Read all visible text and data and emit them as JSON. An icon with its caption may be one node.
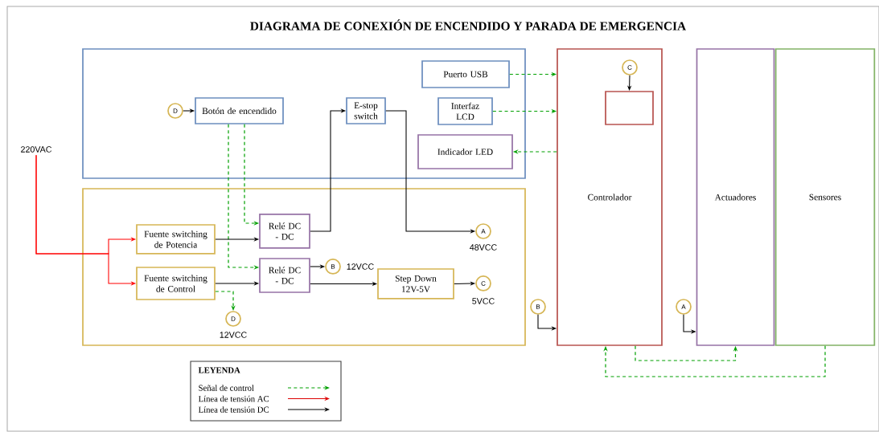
{
  "diagram": {
    "title": "DIAGRAMA DE CONEXIÓN DE ENCENDIDO Y PARADA DE EMERGENCIA",
    "nodes": [
      {
        "text": [],
        "shape": "box"
      },
      {
        "text": [],
        "shape": "box"
      },
      {
        "text": [
          "Puerto USB"
        ],
        "in": 0
      },
      {
        "text": [
          "D"
        ],
        "in": 0
      },
      {
        "text": [
          "Botón de encendido"
        ],
        "in": 0
      },
      {
        "text": [
          "E-stop switch"
        ],
        "in": 0
      },
      {
        "text": [
          "Interfaz LCD"
        ],
        "in": 0
      },
      {
        "text": [
          "Indicador LED"
        ],
        "in": 0
      },
      {
        "text": [
          "220VAC"
        ]
      },
      {
        "text": [
          "Fuente switching de Potencia"
        ],
        "in": 1
      },
      {
        "text": [
          "Relé DC - DC"
        ],
        "in": 1
      },
      {
        "text": [
          "A"
        ],
        "in": 1,
        "beside": [
          "48VCC"
        ]
      },
      {
        "text": [
          "Fuente switching de Control"
        ],
        "in": 1
      },
      {
        "text": [
          "Relé DC - DC"
        ],
        "in": 1
      },
      {
        "text": [
          "B"
        ],
        "in": 1,
        "beside": [
          "12VCC"
        ]
      },
      {
        "text": [
          "Step Down 12V-5V"
        ],
        "in": 1
      },
      {
        "text": [
          "C"
        ],
        "in": 1,
        "beside": [
          "5VCC"
        ]
      },
      {
        "text": [
          "D"
        ],
        "in": 1,
        "beside": [
          "12VCC"
        ]
      },
      {
        "text": [
          "Controlador"
        ]
      },
      {
        "text": [
          "C"
        ],
        "in": 18
      },
      {
        "text": [],
        "shape": "box",
        "in": 18
      },
      {
        "text": [
          "B"
        ]
      },
      {
        "text": [
          "Actuadores"
        ]
      },
      {
        "text": [
          "A"
        ]
      },
      {
        "text": [
          "Sensores"
        ]
      }
    ],
    "edges": [
      {
        "from": 3,
        "to": 4,
        "arrow": "to"
      },
      {
        "from": 4,
        "to": 10,
        "arrow": "to",
        "style": "dashed",
        "color": "#00a000"
      },
      {
        "from": 4,
        "to": 13,
        "arrow": "to",
        "style": "dashed",
        "color": "#00a000"
      },
      {
        "from": 8,
        "to": 9,
        "arrow": "to",
        "color": "#ff0000"
      },
      {
        "from": 8,
        "to": 12,
        "arrow": "to",
        "color": "#ff0000"
      },
      {
        "from": 9,
        "to": 10,
        "arrow": "to"
      },
      {
        "from": 12,
        "to": 13,
        "arrow": "to"
      },
      {
        "from": 12,
        "to": 17,
        "arrow": "to",
        "style": "dashed",
        "color": "#00a000"
      },
      {
        "from": 10,
        "to": 5,
        "arrow": "to"
      },
      {
        "from": 5,
        "to": 11,
        "arrow": "to"
      },
      {
        "from": 13,
        "to": 14,
        "arrow": "to"
      },
      {
        "from": 13,
        "to": 15,
        "arrow": "to"
      },
      {
        "from": 15,
        "to": 16,
        "arrow": "to"
      },
      {
        "from": 2,
        "to": 18,
        "arrow": "to",
        "style": "dashed",
        "color": "#00a000"
      },
      {
        "from": 6,
        "to": 18,
        "arrow": "to",
        "style": "dashed",
        "color": "#00a000"
      },
      {
        "from": 18,
        "to": 7,
        "arrow": "to",
        "style": "dashed",
        "color": "#00a000"
      },
      {
        "from": 19,
        "to": 20,
        "arrow": "to"
      },
      {
        "from": 21,
        "to": 18,
        "arrow": "to"
      },
      {
        "from": 23,
        "to": 22,
        "arrow": "to"
      },
      {
        "from": 18,
        "to": 22,
        "arrow": "to",
        "style": "dashed",
        "color": "#00a000"
      },
      {
        "from": 24,
        "to": 18,
        "arrow": "to",
        "style": "dashed",
        "color": "#00a000"
      }
    ],
    "labels": [
      "LEYENDA"
    ],
    "legend": [
      {
        "text": "Señal de control"
      },
      {
        "text": "Línea de tensión AC"
      },
      {
        "text": "Línea de tensión DC"
      }
    ]
  }
}
